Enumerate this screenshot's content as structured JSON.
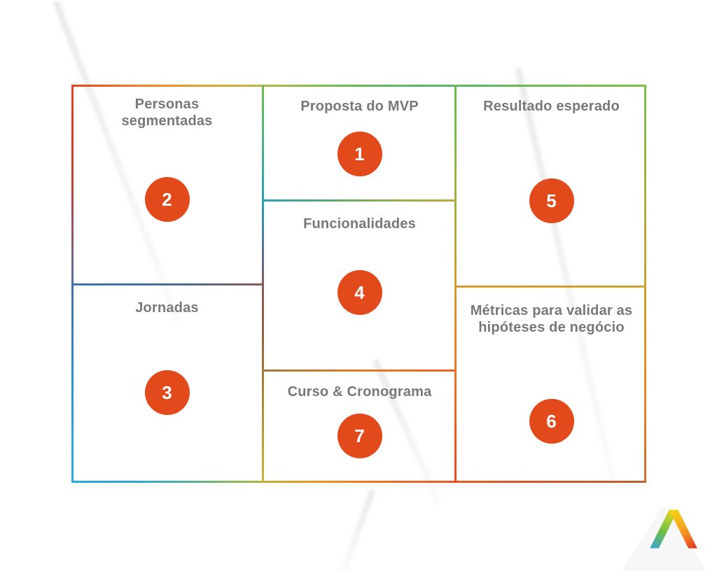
{
  "canvas": {
    "cells": [
      {
        "key": "personas",
        "title": "Personas segmentadas",
        "number": "2"
      },
      {
        "key": "jornadas",
        "title": "Jornadas",
        "number": "3"
      },
      {
        "key": "proposta",
        "title": "Proposta do MVP",
        "number": "1"
      },
      {
        "key": "funcionalidades",
        "title": "Funcionalidades",
        "number": "4"
      },
      {
        "key": "curso",
        "title": "Curso & Cronograma",
        "number": "7"
      },
      {
        "key": "resultado",
        "title": "Resultado esperado",
        "number": "5"
      },
      {
        "key": "metricas",
        "title": "Métricas para validar as hipóteses de negócio",
        "number": "6"
      }
    ]
  },
  "colors": {
    "circle_fill": "#E2491B",
    "circle_text": "#FFFFFF",
    "title_text": "#77787B",
    "border_gradient_stops": [
      "#E8411F",
      "#7CBE48",
      "#C66F2E",
      "#29A9E0",
      "#2F9FB2",
      "#8E5850",
      "#EE6023",
      "#C9A530"
    ]
  },
  "logo": {
    "name": "caret-gradient-logo",
    "colors": [
      "#3FA4DC",
      "#6CBE45",
      "#F2D413",
      "#F5A71B",
      "#E2301F"
    ]
  }
}
